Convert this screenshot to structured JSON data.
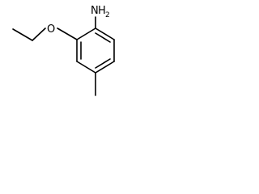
{
  "molecule": {
    "atoms": {
      "amine": {
        "symbol": "N",
        "hydrogens": "H",
        "count": "2"
      },
      "ether_oxygen": {
        "symbol": "O"
      }
    },
    "line_color": "#000000",
    "background": "#ffffff"
  }
}
